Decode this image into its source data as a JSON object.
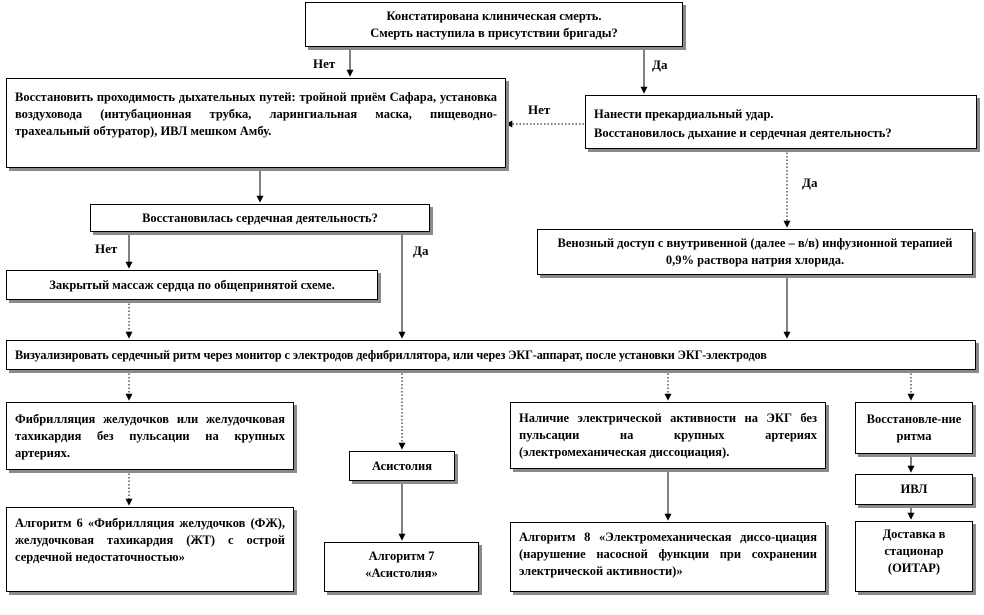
{
  "nodes": {
    "clinical_death": "Констатирована клиническая смерть.\nСмерть наступила в присутствии бригады?",
    "airway": "Восстановить проходимость дыхательных путей: тройной приём Сафара, установка воздуховода (интубационная трубка, ларингиальная маска, пищеводно-трахеальный обтуратор), ИВЛ мешком Амбу.",
    "precordial": "Нанести прекардиальный удар.\nВосстановилось дыхание и сердечная деятельность?",
    "cardiac_restored": "Восстановилась сердечная деятельность?",
    "venous": "Венозный доступ с внутривенной (далее – в/в) инфузионной терапией 0,9% раствора натрия хлорида.",
    "massage": "Закрытый массаж сердца по общепринятой схеме.",
    "monitor": "Визуализировать сердечный ритм через монитор с электродов дефибриллятора, или через ЭКГ-аппарат, после установки ЭКГ-электродов",
    "vf": "Фибрилляция желудочков или желудочковая тахикардия без пульсации на крупных артериях.",
    "asystole": "Асистолия",
    "emd": "Наличие электрической активности на ЭКГ без пульсации на крупных артериях (электромеханическая диссоциация).",
    "rhythm_restored": "Восстановле-ние ритма",
    "ivl": "ИВЛ",
    "algo6": "Алгоритм 6 «Фибрилляция желудочков (ФЖ), желудочковая тахикардия (ЖТ) с острой сердечной недостаточностью»",
    "algo7": "Алгоритм 7\n«Асистолия»",
    "algo8": "Алгоритм 8 «Электромеханическая диссо-циация (нарушение насосной функции при сохранении электрической активности)»",
    "delivery": "Доставка в стационар (ОИТАР)"
  },
  "labels": {
    "no": "Нет",
    "yes": "Да"
  },
  "colors": {
    "border": "#000000",
    "shadow": "#8a8a8a",
    "background": "#ffffff"
  }
}
